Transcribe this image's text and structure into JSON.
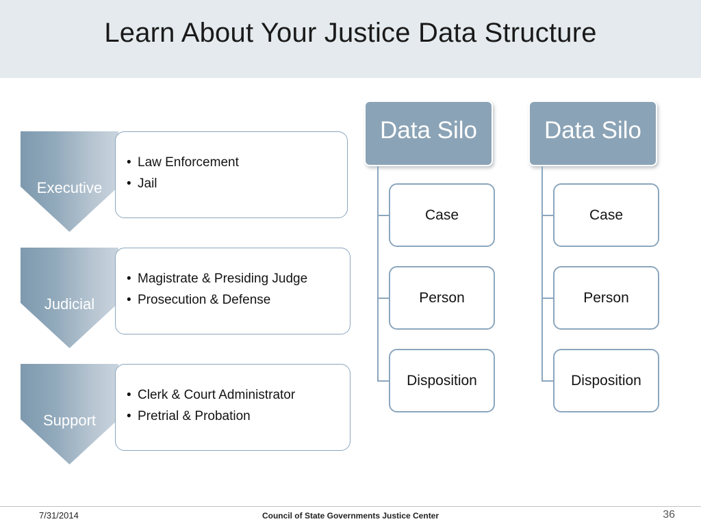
{
  "slide": {
    "title": "Learn About Your Justice Data Structure",
    "title_bg": "#e4eaed"
  },
  "branches": [
    {
      "label": "Executive",
      "items": [
        "Law Enforcement",
        "Jail"
      ]
    },
    {
      "label": "Judicial",
      "items": [
        "Magistrate & Presiding Judge",
        "Prosecution & Defense"
      ]
    },
    {
      "label": "Support",
      "items": [
        "Clerk & Court Administrator",
        "Pretrial & Probation"
      ]
    }
  ],
  "silos": [
    {
      "title": "Data Silo",
      "nodes": [
        "Case",
        "Person",
        "Disposition"
      ]
    },
    {
      "title": "Data Silo",
      "nodes": [
        "Case",
        "Person",
        "Disposition"
      ]
    }
  ],
  "footer": {
    "date": "7/31/2014",
    "center": "Council of State Governments Justice Center",
    "page": "36"
  },
  "colors": {
    "chevron": "#8ba3b6",
    "silo_head": "#8ba3b6",
    "node_border": "#8ba6bd",
    "title_bg": "#e4eaed"
  }
}
